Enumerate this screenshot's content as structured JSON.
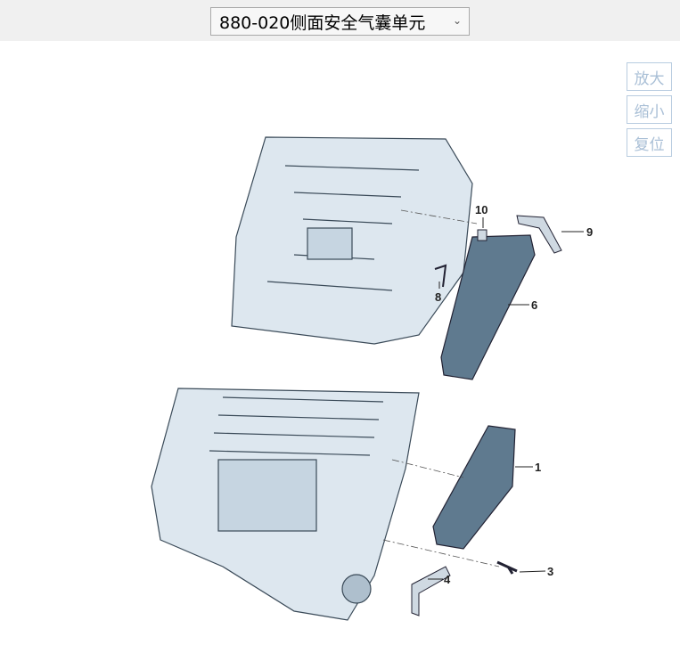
{
  "header": {
    "select_value": "880-020侧面安全气囊单元"
  },
  "zoom_controls": {
    "zoom_in": "放大",
    "zoom_out": "缩小",
    "reset": "复位"
  },
  "diagram": {
    "callouts": [
      "1",
      "3",
      "4",
      "6",
      "8",
      "9",
      "10"
    ]
  }
}
